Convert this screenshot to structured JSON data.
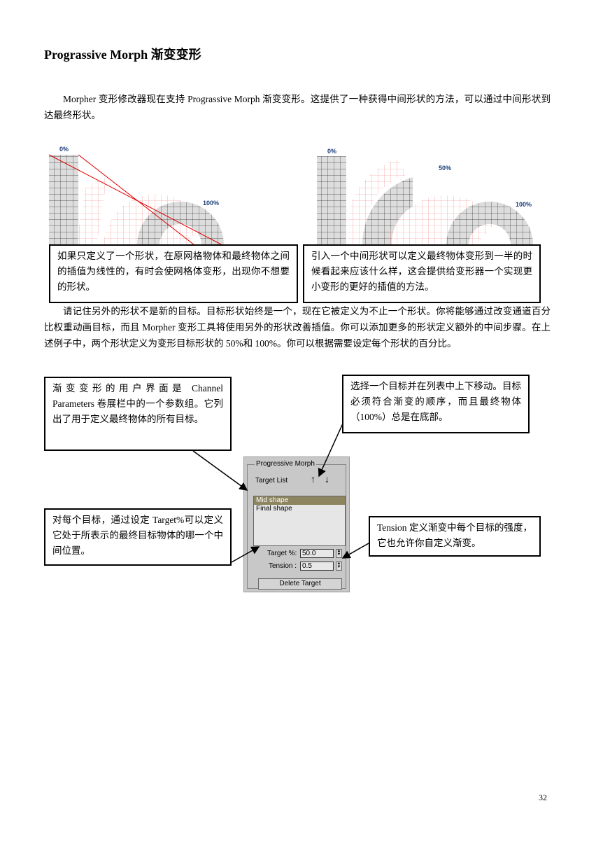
{
  "title": "Prograssive Morph 渐变变形",
  "intro": "Morpher 变形修改器现在支持 Prograssive Morph 渐变变形。这提供了一种获得中间形状的方法，可以通过中间形状到达最终形状。",
  "figures": {
    "left": {
      "labels": [
        "0%",
        "100%"
      ],
      "caption": "如果只定义了一个形状，在原网格物体和最终物体之间的插值为线性的，有时会使网格体变形，出现你不想要的形状。"
    },
    "right": {
      "labels": [
        "0%",
        "50%",
        "100%"
      ],
      "caption": "引入一个中间形状可以定义最终物体变形到一半的时候看起来应该什么样，这会提供给变形器一个实现更小变形的更好的插值的方法。"
    }
  },
  "body": "请记住另外的形状不是新的目标。目标形状始终是一个，现在它被定义为不止一个形状。你将能够通过改变通道百分比权重动画目标，而且 Morpher 变形工具将使用另外的形状改善插值。你可以添加更多的形状定义额外的中间步骤。在上述例子中，两个形状定义为变形目标形状的 50%和 100%。你可以根据需要设定每个形状的百分比。",
  "callouts": {
    "ui": "渐变变形的用户界面是 Channel Parameters 卷展栏中的一个参数组。它列出了用于定义最终物体的所有目标。",
    "move": "选择一个目标并在列表中上下移动。目标必须符合渐变的顺序，而且最终物体（100%）总是在底部。",
    "target": "对每个目标，通过设定 Target%可以定义它处于所表示的最终目标物体的哪一个中间位置。",
    "tension": "Tension 定义渐变中每个目标的强度，它也允许你自定义渐变。"
  },
  "panel": {
    "group_title": "Progressive Morph",
    "list_label": "Target List",
    "up_icon": "↑",
    "down_icon": "↓",
    "items": [
      "Mid shape",
      "Final shape"
    ],
    "selected": 0,
    "target_label": "Target %:",
    "target_value": "50.0",
    "tension_label": "Tension :",
    "tension_value": "0.5",
    "delete_label": "Delete Target"
  },
  "page_number": "32"
}
